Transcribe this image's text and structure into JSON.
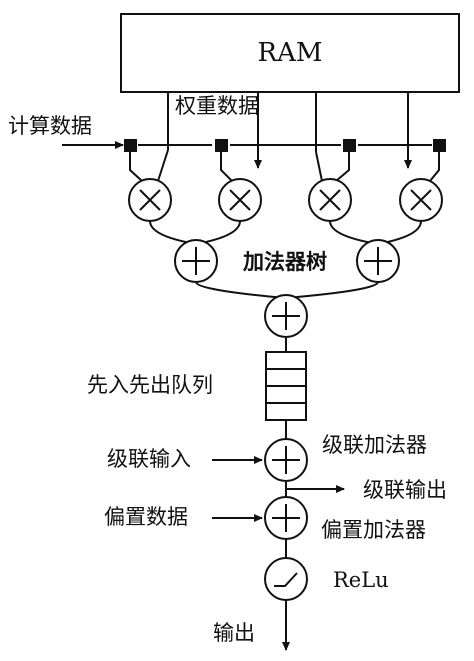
{
  "diagram": {
    "ram_label": "RAM",
    "weight_data_label": "权重数据",
    "compute_data_label": "计算数据",
    "adder_tree_label": "加法器树",
    "fifo_label": "先入先出队列",
    "cascade_input_label": "级联输入",
    "cascade_adder_label": "级联加法器",
    "cascade_output_label": "级联输出",
    "bias_data_label": "偏置数据",
    "bias_adder_label": "偏置加法器",
    "relu_label": "ReLu",
    "output_label": "输出"
  },
  "colors": {
    "stroke": "#111111",
    "background": "#ffffff"
  }
}
